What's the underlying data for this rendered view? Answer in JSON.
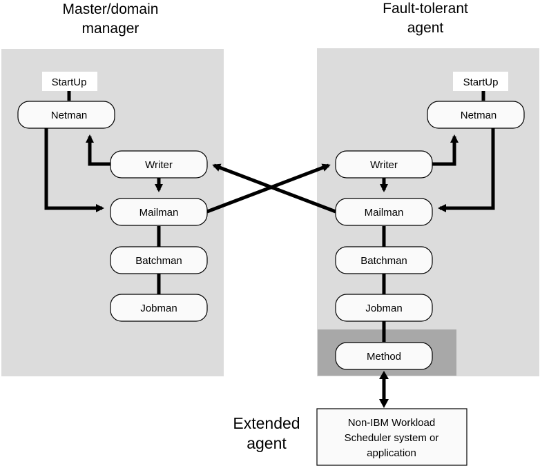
{
  "master": {
    "title_line1": "Master/domain",
    "title_line2": "manager",
    "startup": "StartUp",
    "netman": "Netman",
    "writer": "Writer",
    "mailman": "Mailman",
    "batchman": "Batchman",
    "jobman": "Jobman"
  },
  "fta": {
    "title_line1": "Fault-tolerant",
    "title_line2": "agent",
    "startup": "StartUp",
    "netman": "Netman",
    "writer": "Writer",
    "mailman": "Mailman",
    "batchman": "Batchman",
    "jobman": "Jobman",
    "method": "Method"
  },
  "extended": {
    "title_line1": "Extended",
    "title_line2": "agent",
    "system_line1": "Non-IBM Workload",
    "system_line2": "Scheduler system or",
    "system_line3": "application"
  },
  "colors": {
    "panel": "#dcdcdc",
    "method_band": "#a8a8a8",
    "node_fill": "#fafafa",
    "stroke": "#000000"
  }
}
